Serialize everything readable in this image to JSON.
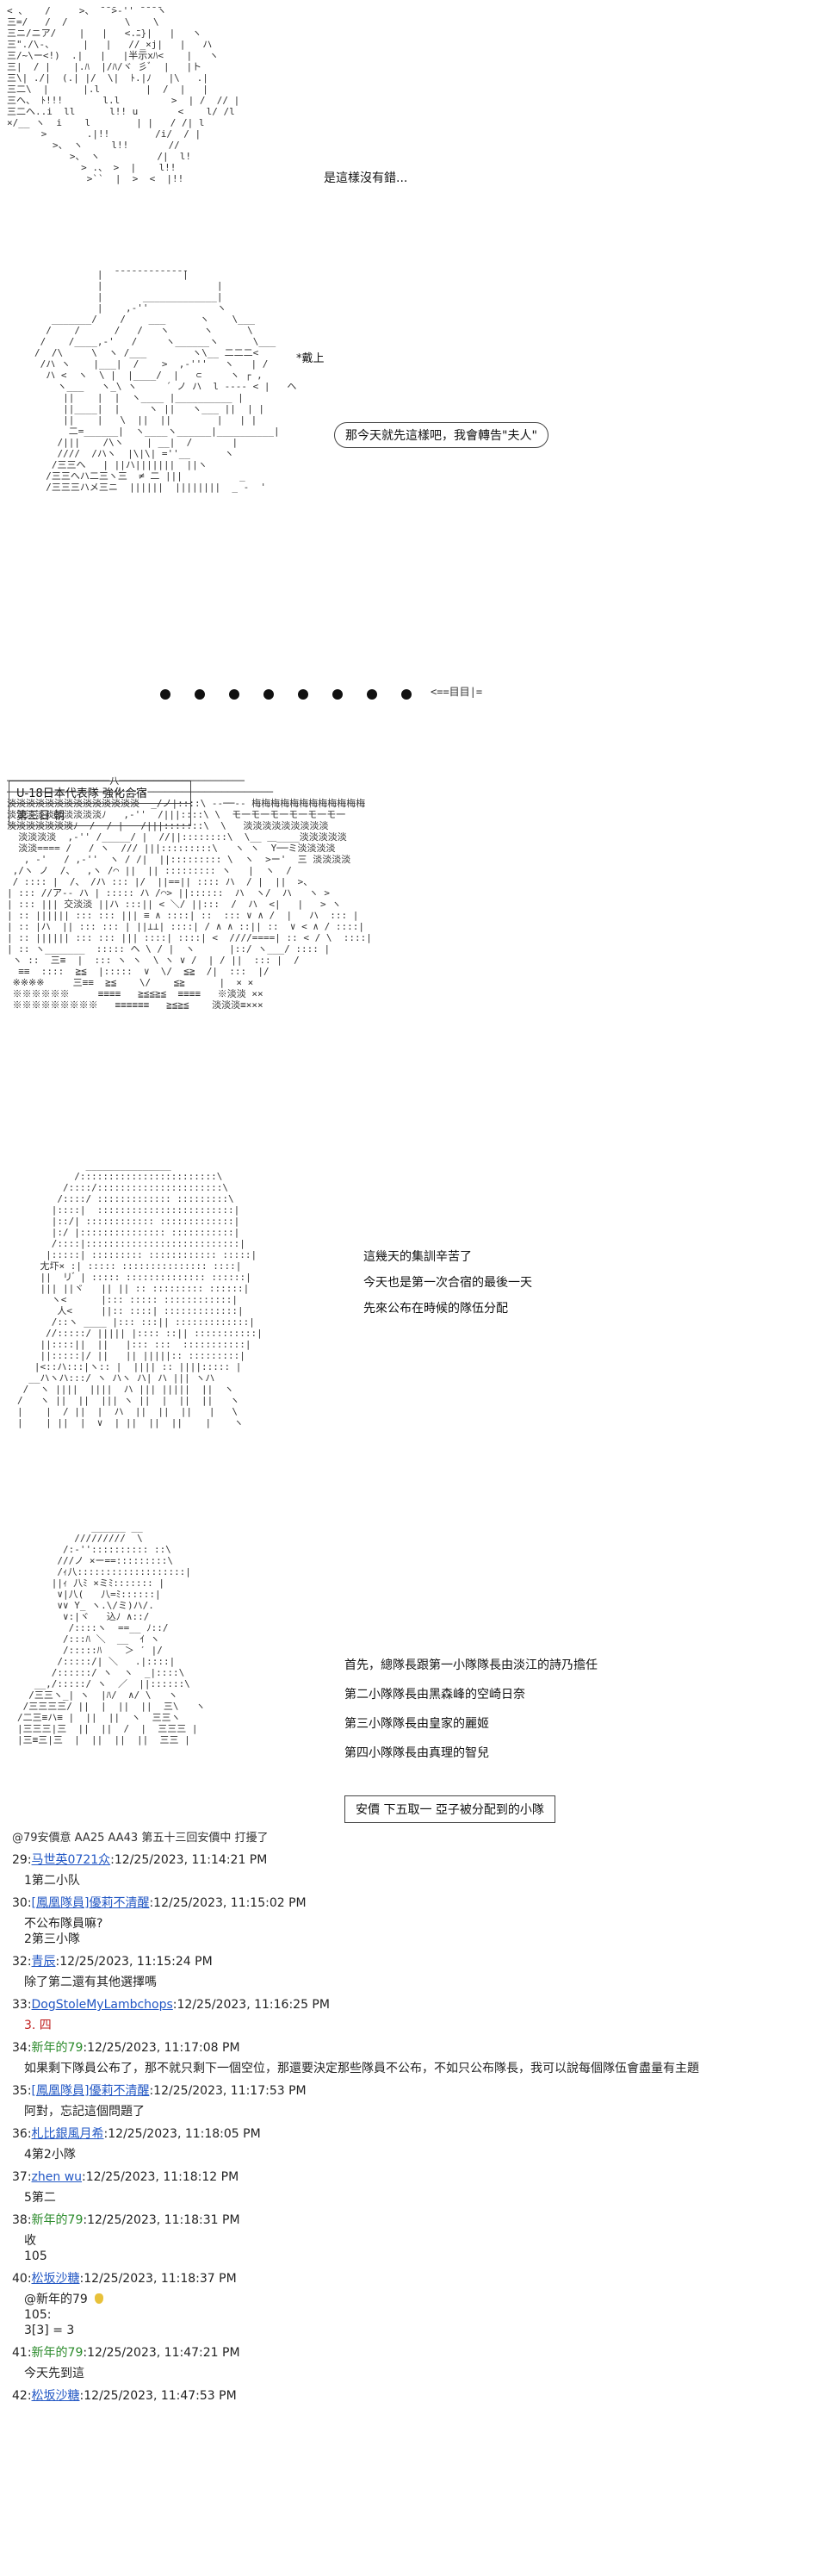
{
  "page1": {
    "speech": "是這樣沒有錯...",
    "aa": "< 、   /     >、 ̄ ̄ ̄>‐'' ̄ ̄ ̄ ̄ヽ\n三=/   /  /          \\    \\\n三ニ/ニア/    |   |   <.ﾆ}|   |   ヽ\n三\"./\\-、     |   |   //_×j|   |   ハ\n三/~\\ー<!)  .|   |   |半示xﾊ<    |   ヽ\n三|  / |    |.ﾊ  |/ﾊ/ヾ 彡ﾞ  |   |ト\n三\\| ./|  (.| |/  \\|  ﾄ.|ﾉ   |\\   .|\n三二\\  |      |.l        |  /  |   |\n三ヘ、 ﾄ!!!       l.l         >  | /  // |\n三二へ..i  ll      l!! u       <    l/ /l\n×/__ ヽ  i    l        | |   / /| l\n      >       .|!!        /i/  / |\n        >、 ヽ     l!!       //\n           >、 ヽ          /|  l!\n             > .、 >  |    l!!\n              >``  |  >  <  |!!"
  },
  "page2": {
    "note": "*戴上",
    "bubble": "那今天就先這樣吧，我會轉告\"夫人\"",
    "aa": "           |  ̄ ̄ ̄ ̄ ̄ ̄ ̄ ̄ ̄ ̄ ̄ ̄ ̄|\n           |                    |\n           |       _____________|\n           |    ,-''            ヽ\n   _______/    /    ___      ヽ    \\___\n  /    /      /   /   ヽ      ヽ      \\\n /    /____,-'   /     ヽ______ヽ      \\___\n/  /\\     \\  ヽ /___        ヽ\\__ 二二二<\n /ハ ヽ    |___|  /    >  ,-'''   ヽ   | /\n  ハ <  ヽ  \\ |  |____/  |   ⊂     ヽ ┌ ,\n    ヽ___   ヽ_\\ ヽ     ´ ノ ハ  l ‐‐‐‐ < |   ヘ\n     ||    |  |  ヽ____ |__________ |\n     ||____|  |     ヽ ||   ヽ___ ||  | |\n     ||    |   \\  ||  ||        |   | |\n      二=______|  ヽ____ヽ______|__________|\n    /|||    /\\ヽ    | __|  /       |\n    ////  /ハヽ  |\\|\\| =''__      ヽ\n   /三三へ   | ||ハ|||||||  ||ヽ\n  /三三へハ二三ヽ三  ≠ 二 |||          _\n  /三三三ハメ三ニ  ||||||  ||||||||  _ -  '"
  },
  "transition": {
    "dot_count": 8,
    "end_symbol": "<==目目|="
  },
  "page3": {
    "label_line1": "U-18日本代表隊 強化合宿",
    "label_line2": "第三日 朝",
    "aa": "──────────────────八──────────────────────\n───────────────────/:::ヽ──────────────────────\n淡淡淡淡淡淡淡淡淡淡淡淡淡淡  _/ノ|::::\\ ‐‐──‐‐ 梅梅梅梅梅梅梅梅梅梅梅梅\n淡淡淡淡淡淡淡淡淡淡ﾉ   ,-''  /|||::::\\ \\  モ一モ一モ一モ一モ一モ一\n淡淡淡淡淡淡淡ﾉ  /  / |   /|||:::::::\\  \\   淡淡淡淡淡淡淡淡淡\n  淡淡淡淡  ,-'' /_____/ |  //||::::::::\\  \\__ ＿____淡淡淡淡淡\n  淡淡==== /   / ヽ  /// |||:::::::::\\   ヽ ヽ  Y──ミ淡淡淡淡\n   , ‐'   / ,-''  ヽ / /|  ||::::::::: \\  ヽ  >ー'  三 淡淡淡淡\n ,/ヽ ノ  /、  ,ヽ /⌒ ||  || ::::::::: ヽ   |  ヽ  /\n / :::: |  /、 /ハ ::: |/  ||==|| :::: ハ  / |  ||  >、\n| ::: //ア‐- ハ | ::::: ハ /⌒> ||::::::  ハ  ヽ/  ハ   ヽ >\n| ::: ||| 交淡淡 ||ハ :::|| < ＼/ ||:::  /  ハ  <|   |   > ヽ\n| :: |||||| ::: ::: ||| ≡ ∧ ::::| ::  ::: ∨ ∧ /  |   ハ  ::: |\n| :: |ハ  || ::: ::: | ||⊥⊥| ::::| / ∧ ∧ ::|| ::  ∨ < ∧ / ::::|\n| :: |||||| ::: ::: ||| ::::| ::::| <  ////====| :: < / \\  ::::|\n| :: ヽ_______  ::::: ヘ \\ / |  ヽ      |::/ ヽ___/ :::: |\n ヽ ::  三≡  |  ::: ヽ ヽ  \\ ヽ ∨ /  | / ||  ::: |  /\n  ≡≡  ::::  ≧≦  |:::::  ∨  \\/  ≦≧  /|  :::  |/\n ※※※※     三≡≡  ≧≦    \\/    ≦≧      |  × ×\n ※※※※※※     ≡≡≡≡   ≧≦≦≧≦  ≡≡≡≡   ※淡淡 ××\n ※※※※※※※※※   ≡≡≡≡≡≡   ≧≦≧≦    淡淡淡≡×××"
  },
  "page4": {
    "lines": [
      "這幾天的集訓辛苦了",
      "今天也是第一次合宿的最後一天",
      "先來公布在時候的隊伍分配"
    ],
    "aa": "            _______________\n          /::::::::::::::::::::::::\\\n        /::::/::::::::::::::::::::::\\\n       /::::/ ::::::::::::: :::::::::\\\n      |::::|  ::::::::::::::::::::::::|\n      |::/| :::::::::::: :::::::::::::|\n      |:/ |::::::::::::::: :::::::::::|\n      /::::|:::::::::::::::::::::::::::|\n     |:::::| ::::::::: :::::::::::: :::::|\n    尢圷× :| ::::: ::::::::::::::: ::::|\n    ||  リ ゙ | ::::: :::::::::::::: ::::::|\n    ||| ||ヾ   || || :: ::::::::: ::::::|\n      ヽ<      |::: ::::: ::::::::::::|\n       人<     ||:: ::::| :::::::::::::|\n      /::ヽ ____ |::: :::|| :::::::::::::|\n     //:::::/ ||||| |:::: ::|| :::::::::::|\n    ||::::||  ||   |::: :::  :::::::::::|\n    ||:::::|/ ||   || |||||:: :::::::::|\n   |<::ハ:::|ヽ:: |  |||| :: ||||::::: |\n  __ハヽハ:::/ ヽ ハヽ ハ| ハ ||| ヽハ\n /  ヽ ||||  ||||  ハ ||| |||||  ||  ヽ\n/   ヽ ||  ||  ||| ヽ ||  |  ||  ||   ヽ\n|    |  / ||  |  ハ  ||  ||  ||   |   \\\n|    | ||  |  ∨  | ||  ||  ||    |    ヽ"
  },
  "page5": {
    "lines": [
      "首先，總隊長跟第一小隊隊長由淡江的詩乃擔任",
      "第二小隊隊長由黑森峰的空崎日奈",
      "第三小隊隊長由皇家的麗姬",
      "第四小隊隊長由真理的智兒"
    ],
    "box": "安價 下五取一 亞子被分配到的小隊",
    "aa": "             ______ __\n          /////////  \\\n        /:-'':::::::::: ::\\\n       ///ノ ×ー==:::::::::\\\n       /ｨ八:::::::::::::::::::|\n      ||ｨ 八ﾐ ×ミﾐ::::::: |\n       ∨|八(   八=ﾐ::::::|\n       ∨∨ Y_ ヽ.\\/ミ)ハ/.\n        ∨:|ヾ   込ﾉ ∧::/\n         /::::ヽ  ==__ ﾉ::/\n        /:::ﾊ ＼  __  ｲ ヽ\n        /:::::ﾊ    ＞ ′ |/\n       /:::::/| ＼   .|::::|\n      /::::::/ ヽ  ヽ  _|::::\\\n   __,/:::::/ ヽ  ／  ||::::::\\\n  /三三ヽ_| ヽ  |ﾊ/  ∧/ \\   ヽ\n /三三三三/ ||  |  ||  ||  三\\   ヽ\n/二三≡ハ≡ |  ||  ||  ヽ  三三ヽ\n|三三三|三  ||  ||  /  |  三三三 |\n|三≡三|三  |  ||  ||  ||  三三 |"
  },
  "footer_note": "@79安價意 AA25 AA43 第五十三回安價中 打擾了",
  "comments": [
    {
      "num": "29:",
      "user": "马世英0721众",
      "green": false,
      "time": ":12/25/2023, 11:14:21 PM",
      "body": "1第二小队",
      "red": false
    },
    {
      "num": "30:",
      "user": "[鳳凰隊員]優莉不清醒",
      "green": false,
      "time": ":12/25/2023, 11:15:02 PM",
      "body": "不公布隊員嘛?\n2第三小隊",
      "red": false
    },
    {
      "num": "32:",
      "user": "青辰",
      "green": false,
      "time": ":12/25/2023, 11:15:24 PM",
      "body": "除了第二還有其他選擇嗎",
      "red": false
    },
    {
      "num": "33:",
      "user": "DogStoleMyLambchops",
      "green": false,
      "time": ":12/25/2023, 11:16:25 PM",
      "body": "3. 四",
      "red": true
    },
    {
      "num": "34:",
      "user": "新年的79",
      "green": true,
      "time": ":12/25/2023, 11:17:08 PM",
      "body": "如果剩下隊員公布了，那不就只剩下一個空位，那還要決定那些隊員不公布，不如只公布隊長，我可以說每個隊伍會盡量有主題",
      "red": false
    },
    {
      "num": "35:",
      "user": "[鳳凰隊員]優莉不清醒",
      "green": false,
      "time": ":12/25/2023, 11:17:53 PM",
      "body": "阿對，忘記這個問題了",
      "red": false
    },
    {
      "num": "36:",
      "user": "札比銀風月希",
      "green": false,
      "time": ":12/25/2023, 11:18:05 PM",
      "body": "4第2小隊",
      "red": false
    },
    {
      "num": "37:",
      "user": "zhen wu",
      "green": false,
      "time": ":12/25/2023, 11:18:12 PM",
      "body": "5第二",
      "red": false
    },
    {
      "num": "38:",
      "user": "新年的79",
      "green": true,
      "time": ":12/25/2023, 11:18:31 PM",
      "body": "收\n105",
      "red": false
    },
    {
      "num": "40:",
      "user": "松坂沙糖",
      "green": false,
      "time": ":12/25/2023, 11:18:37 PM",
      "body": "@新年的79\n105:\n3[3] = 3",
      "red": false
    },
    {
      "num": "41:",
      "user": "新年的79",
      "green": true,
      "time": ":12/25/2023, 11:47:21 PM",
      "body": "今天先到這",
      "red": false
    },
    {
      "num": "42:",
      "user": "松坂沙糖",
      "green": false,
      "time": ":12/25/2023, 11:47:53 PM",
      "body": "",
      "red": false
    }
  ]
}
